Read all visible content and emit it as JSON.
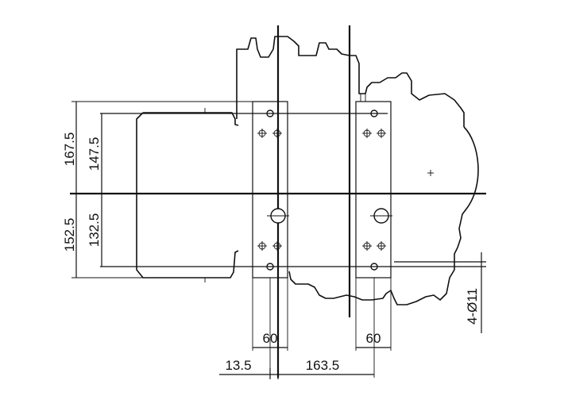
{
  "drawing": {
    "dimensions": {
      "left_outer_height": "167.5",
      "left_inner_height": "147.5",
      "lower_outer_height": "152.5",
      "lower_inner_height": "132.5",
      "left_plate_width": "60",
      "right_plate_width": "60",
      "offset_left": "13.5",
      "hole_spacing": "163.5",
      "hole_callout": "4-Ø11"
    },
    "colors": {
      "line": "#111111",
      "background": "#ffffff"
    }
  }
}
